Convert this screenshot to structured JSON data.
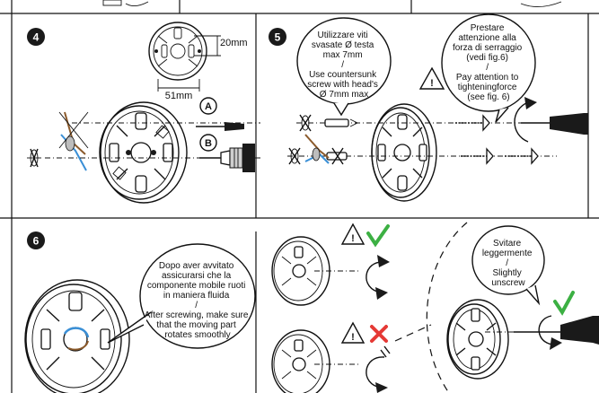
{
  "steps": {
    "step4": {
      "number": "4",
      "dim_height": "20mm",
      "dim_width": "51mm",
      "option_a": "A",
      "option_b": "B"
    },
    "step5": {
      "number": "5",
      "bubble_screws": [
        "Utilizzare viti",
        "svasate Ø testa",
        "max 7mm",
        "/",
        "Use countersunk",
        "screw with head's",
        "Ø 7mm max"
      ],
      "bubble_force": [
        "Prestare",
        "attenzione alla",
        "forza di serraggio",
        "(vedi fig.6)",
        "/",
        "Pay attention to",
        "tighteningforce",
        "(see fig. 6)"
      ]
    },
    "step6": {
      "number": "6",
      "bubble_rotate": [
        "Dopo aver avvitato",
        "assicurarsi che la",
        "componente mobile ruoti",
        "in maniera fluida",
        "/",
        "After screwing, make sure",
        "that the moving part",
        "rotates smoothly"
      ],
      "bubble_unscrew": [
        "Svitare",
        "leggermente",
        "/",
        "Slightly",
        "unscrew"
      ]
    }
  },
  "colors": {
    "ink": "#111111",
    "check_green": "#3cb043",
    "cross_red": "#e53935",
    "wire_blue": "#3a8fd6",
    "wire_brown": "#8b5a2b"
  },
  "icons": [
    "warning-icon",
    "check-icon",
    "cross-icon",
    "screwdriver-icon",
    "drill-icon",
    "screw-icon",
    "dowel-icon",
    "rotation-arrow-icon"
  ]
}
